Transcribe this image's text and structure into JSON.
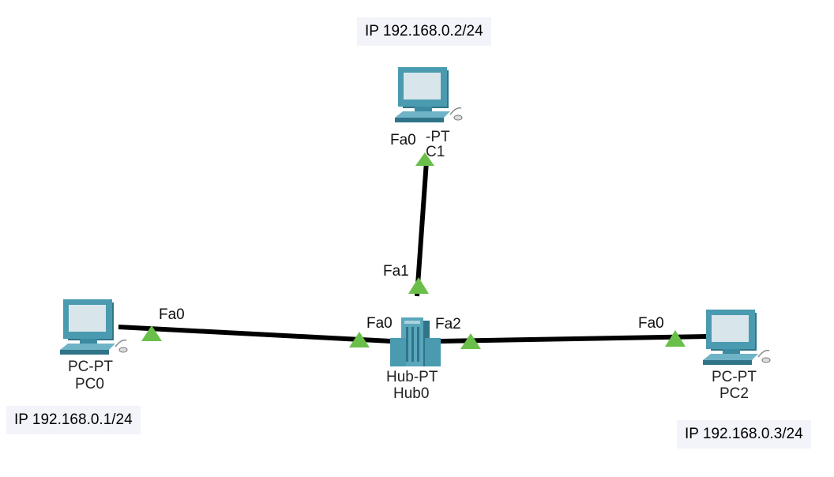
{
  "notes": {
    "pc1": "IP 192.168.0.2/24",
    "pc0": "IP 192.168.0.1/24",
    "pc2": "IP 192.168.0.3/24"
  },
  "devices": {
    "pc1": {
      "type": "-PT",
      "name": "C1"
    },
    "pc0": {
      "type": "PC-PT",
      "name": "PC0"
    },
    "pc2": {
      "type": "PC-PT",
      "name": "PC2"
    },
    "hub0": {
      "type": "Hub-PT",
      "name": "Hub0"
    }
  },
  "ports": {
    "pc1_port": "Fa0",
    "hub_fa1": "Fa1",
    "pc0_port": "Fa0",
    "hub_fa0": "Fa0",
    "hub_fa2": "Fa2",
    "pc2_port": "Fa0"
  },
  "colors": {
    "link": "#000000",
    "link_up": "#6abf4b",
    "device_body": "#4a9bb0",
    "device_dark": "#2f7488",
    "screen": "#d8e6ec",
    "note_bg": "#f3f4fa"
  }
}
